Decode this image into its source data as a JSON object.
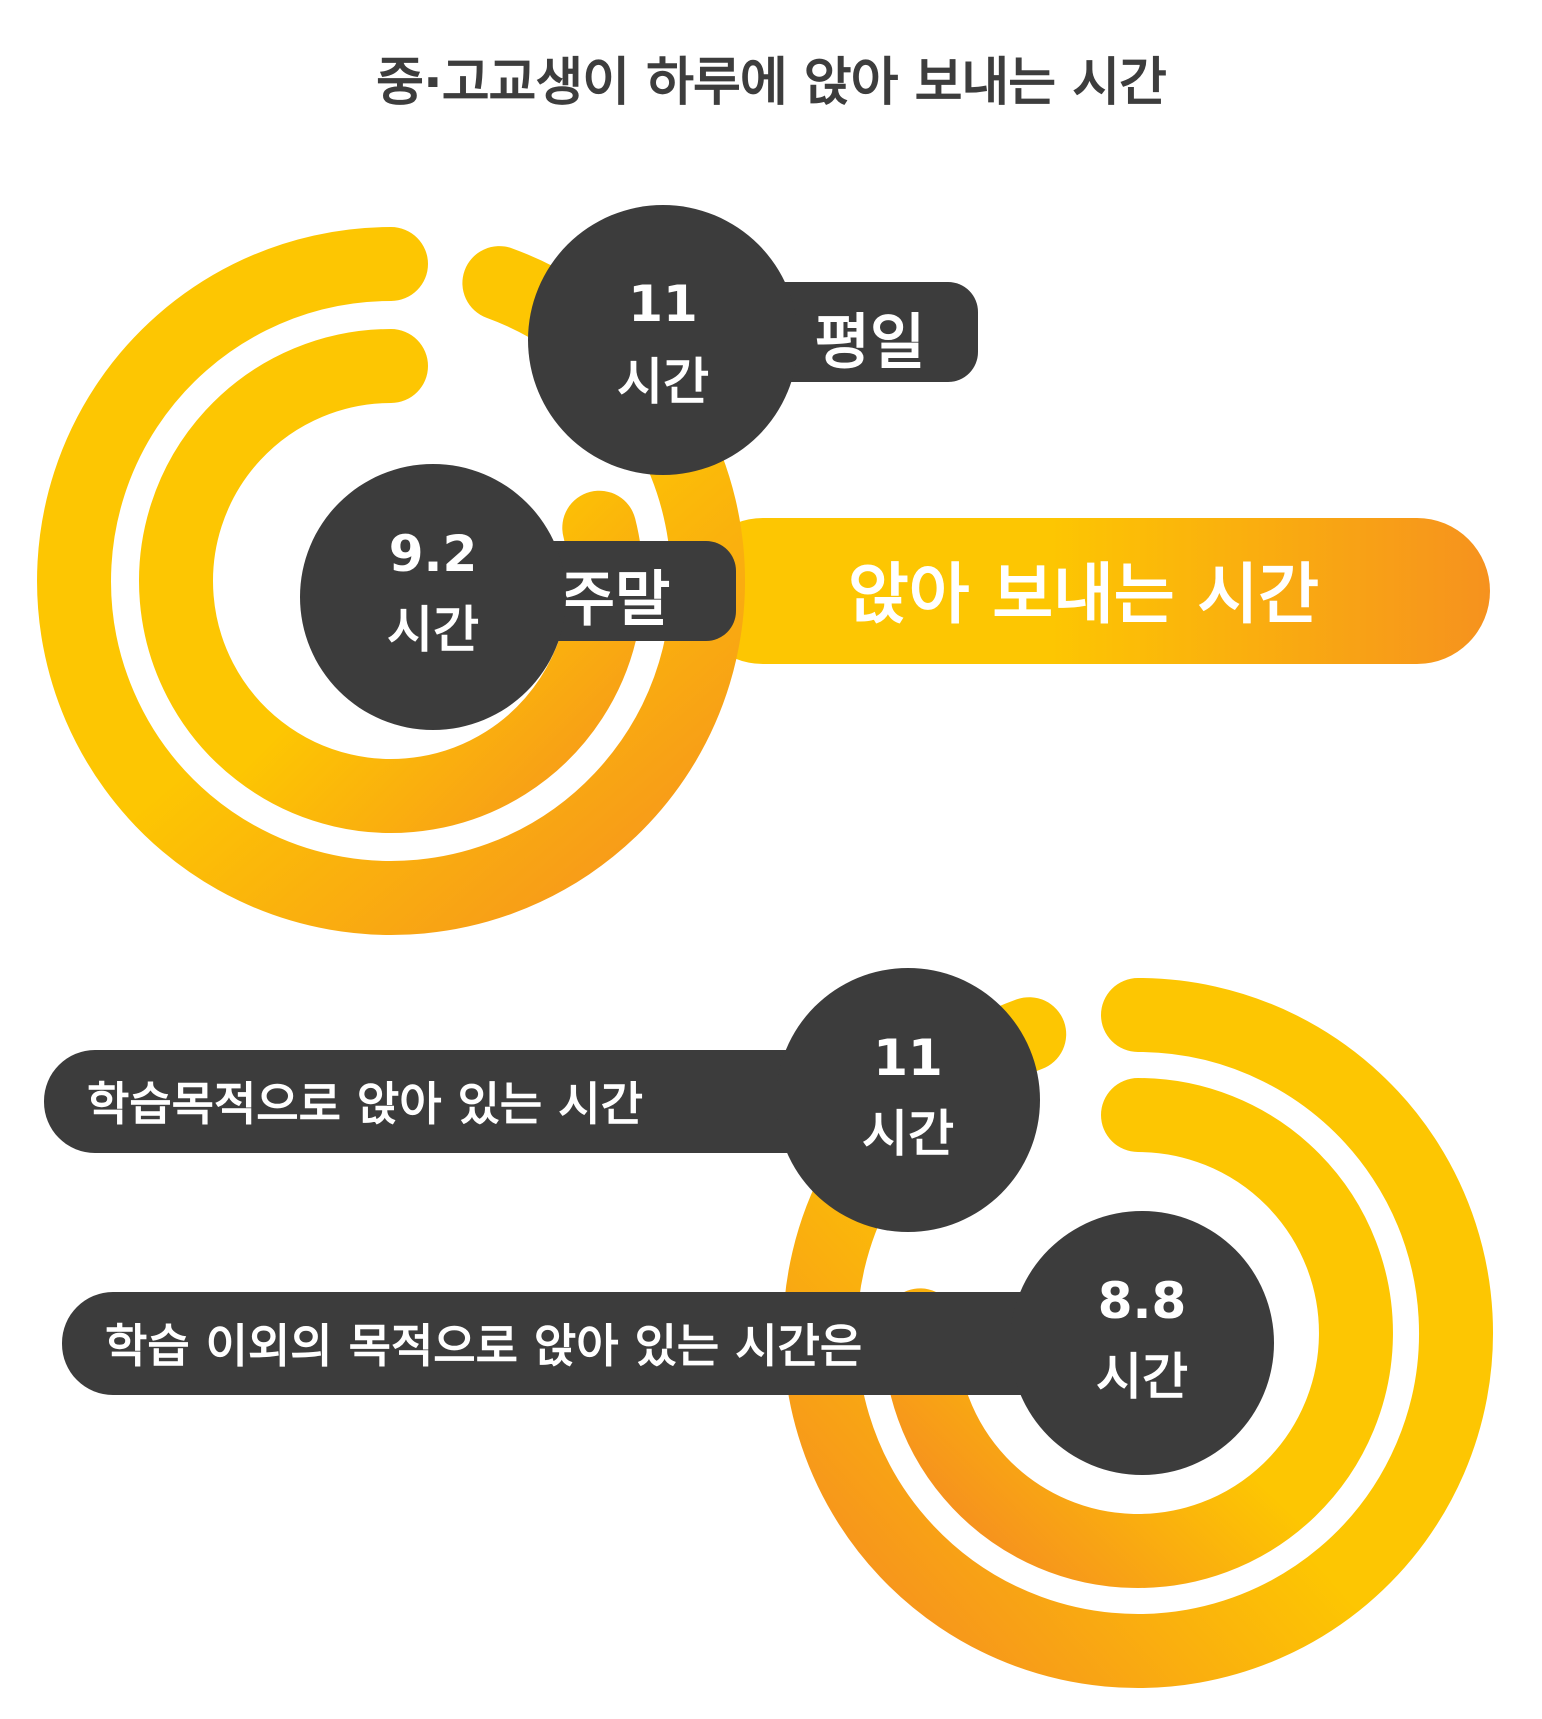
{
  "title": "중·고교생이 하루에 앉아 보내는 시간",
  "colors": {
    "yellow": "#FDC602",
    "orange": "#F6921E",
    "dark": "#3C3C3C",
    "white": "#FFFFFF"
  },
  "chart_data": [
    {
      "type": "radial-bar",
      "group_label": "앉아 보내는 시간",
      "unit": "시간",
      "series": [
        {
          "label": "평일",
          "value_text": "11",
          "unit_text": "시간",
          "value": 11
        },
        {
          "label": "주말",
          "value_text": "9.2",
          "unit_text": "시간",
          "value": 9.2
        }
      ]
    },
    {
      "type": "radial-bar",
      "unit": "시간",
      "series": [
        {
          "label": "학습목적으로 앉아 있는 시간",
          "value_text": "11",
          "unit_text": "시간",
          "value": 11
        },
        {
          "label": "학습 이외의 목적으로 앉아 있는 시간은",
          "value_text": "8.8",
          "unit_text": "시간",
          "value": 8.8
        }
      ]
    }
  ]
}
